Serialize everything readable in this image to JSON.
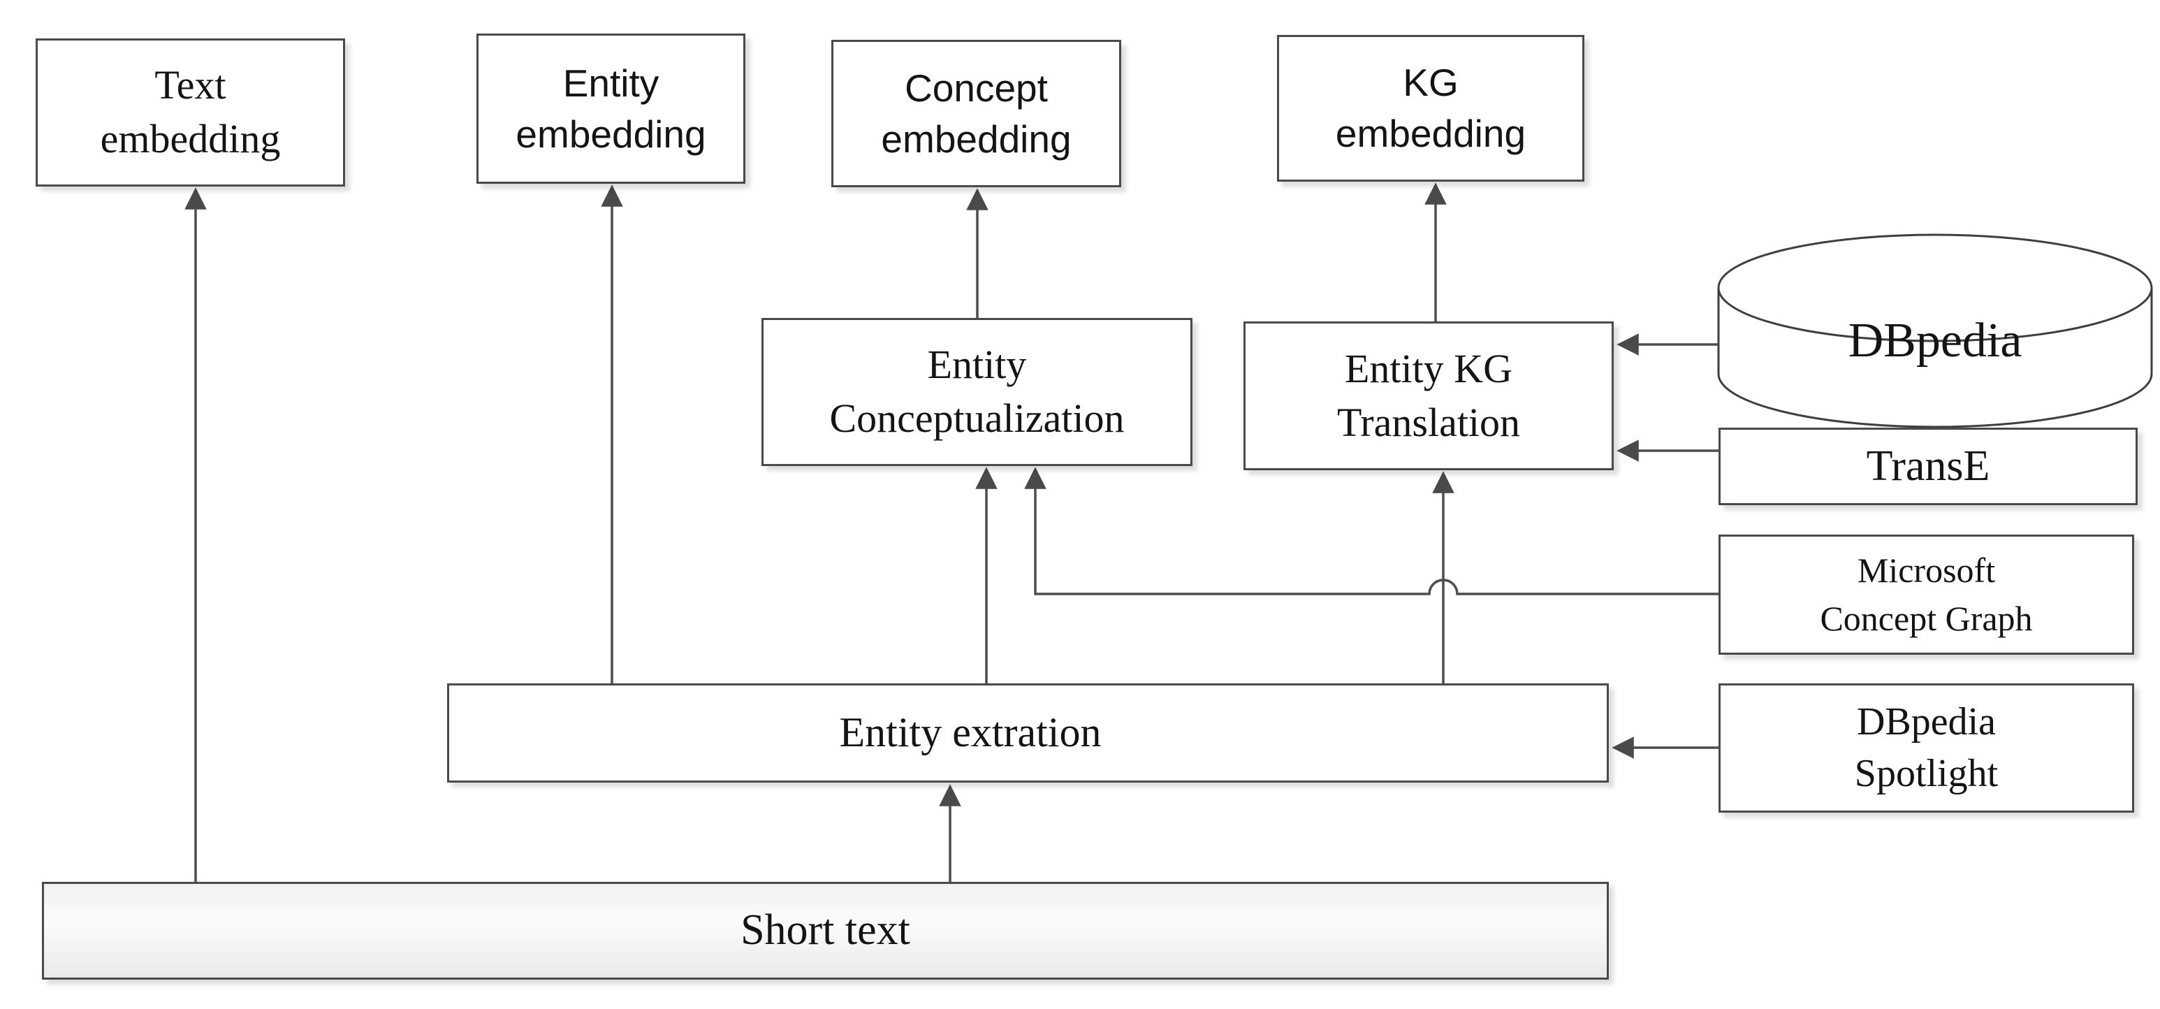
{
  "diagram_type": "flowchart",
  "nodes": {
    "text_embedding": {
      "label": "Text\nembedding"
    },
    "entity_embedding": {
      "label": "Entity\nembedding"
    },
    "concept_embedding": {
      "label": "Concept\nembedding"
    },
    "kg_embedding": {
      "label": "KG\nembedding"
    },
    "entity_conceptualization": {
      "label": "Entity\nConceptualization"
    },
    "entity_kg_translation": {
      "label": "Entity KG\nTranslation"
    },
    "dbpedia": {
      "label": "DBpedia",
      "shape": "database-cylinder"
    },
    "transe": {
      "label": "TransE"
    },
    "microsoft_concept_graph": {
      "label": "Microsoft\nConcept Graph"
    },
    "dbpedia_spotlight": {
      "label": "DBpedia\nSpotlight"
    },
    "entity_extraction": {
      "label": "Entity extration"
    },
    "short_text": {
      "label": "Short text"
    }
  },
  "edges": [
    {
      "from": "short_text",
      "to": "text_embedding"
    },
    {
      "from": "short_text",
      "to": "entity_extraction"
    },
    {
      "from": "entity_extraction",
      "to": "entity_embedding"
    },
    {
      "from": "entity_extraction",
      "to": "entity_conceptualization"
    },
    {
      "from": "entity_extraction",
      "to": "entity_kg_translation"
    },
    {
      "from": "entity_conceptualization",
      "to": "concept_embedding"
    },
    {
      "from": "entity_kg_translation",
      "to": "kg_embedding"
    },
    {
      "from": "microsoft_concept_graph",
      "to": "entity_conceptualization"
    },
    {
      "from": "dbpedia",
      "to": "entity_kg_translation"
    },
    {
      "from": "transe",
      "to": "entity_kg_translation"
    },
    {
      "from": "dbpedia_spotlight",
      "to": "entity_extraction"
    }
  ],
  "colors": {
    "background": "#ffffff",
    "box_border": "#4a4a4a",
    "connector_line": "#4d4d4d",
    "text": "#141414",
    "short_text_fill": "#efefef",
    "shadow": "#dedede"
  }
}
